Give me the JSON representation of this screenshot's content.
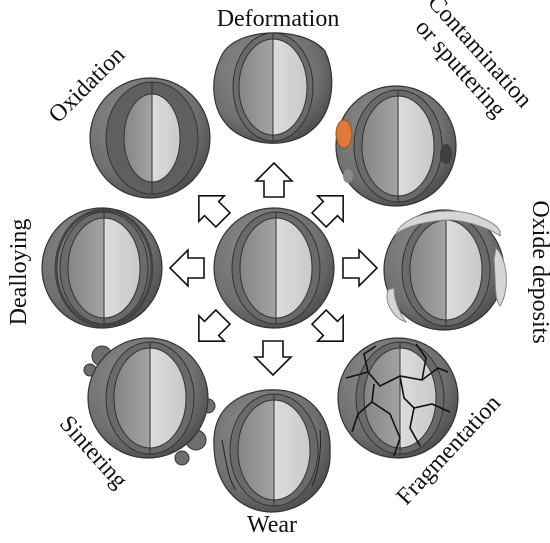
{
  "center": {
    "name": ""
  },
  "labels": {
    "deformation": "Deformation",
    "contamination_line1": "Contamination",
    "contamination_line2": "or sputtering",
    "oxide_deposits": "Oxide deposits",
    "fragmentation": "Fragmentation",
    "wear": "Wear",
    "sintering": "Sintering",
    "dealloying": "Dealloying",
    "oxidation": "Oxidation"
  },
  "colors": {
    "shell_outer": "#7a7a7a",
    "shell_dark": "#555555",
    "core_left": "#9c9c9c",
    "core_right": "#d9d9d9",
    "contamination_spot": "#e07a3a",
    "deposit": "#d6d6d6",
    "arrow_fill": "#ffffff",
    "arrow_stroke": "#111111"
  },
  "icons": [
    "up-arrow-icon",
    "up-right-arrow-icon",
    "right-arrow-icon",
    "down-right-arrow-icon",
    "down-arrow-icon",
    "down-left-arrow-icon",
    "left-arrow-icon",
    "up-left-arrow-icon"
  ]
}
